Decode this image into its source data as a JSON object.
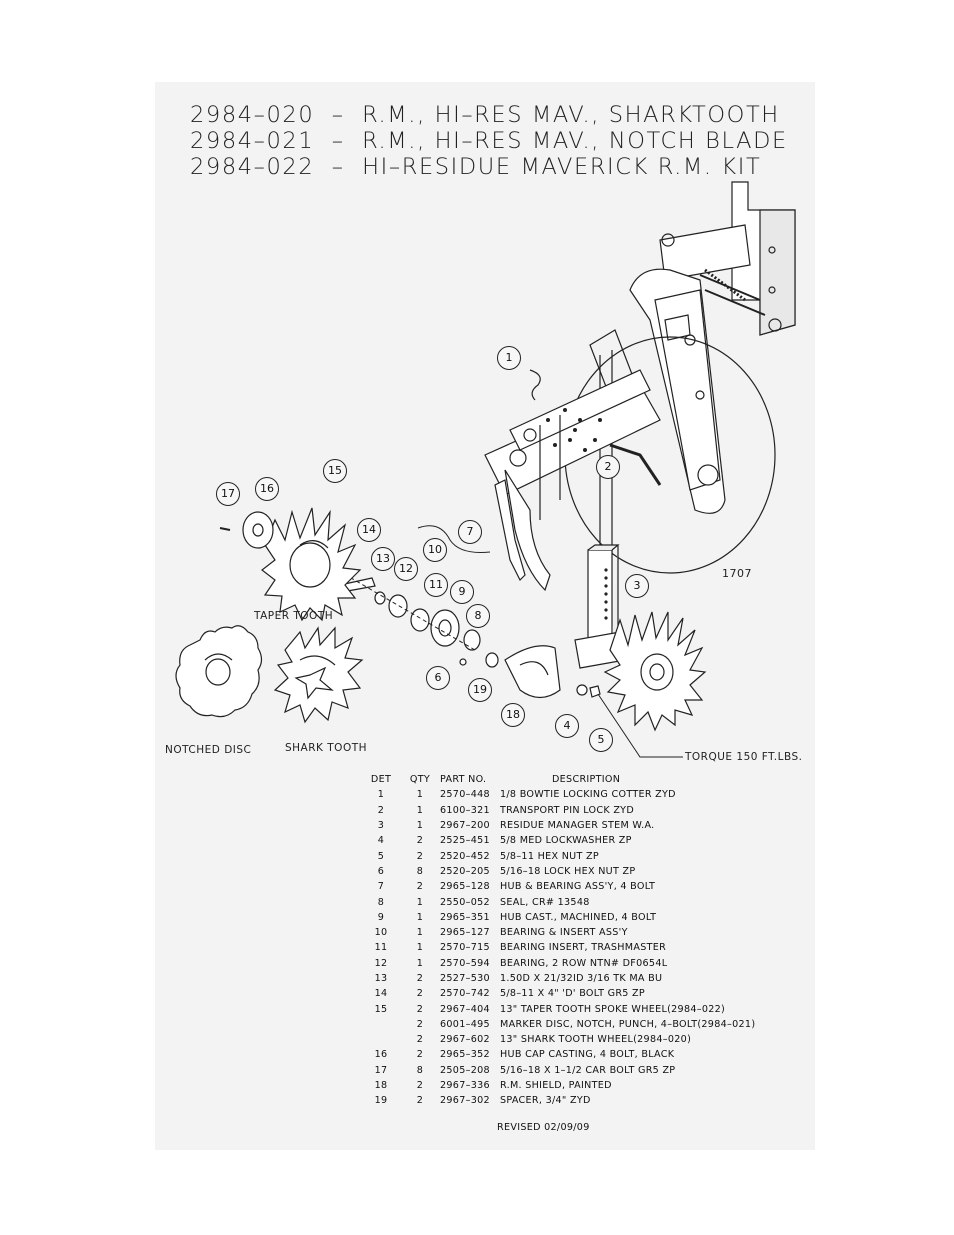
{
  "titles": [
    "2984–020  –  R.M., HI–RES MAV., SHARKTOOTH",
    "2984–021  –  R.M., HI–RES MAV., NOTCH BLADE",
    "2984–022  –  HI–RESIDUE MAVERICK R.M. KIT"
  ],
  "drawing": {
    "drawing_number": "1707",
    "labels": {
      "taper_tooth": "TAPER TOOTH",
      "notched_disc": "NOTCHED DISC",
      "shark_tooth": "SHARK TOOTH",
      "torque": "TORQUE 150 FT.LBS."
    },
    "callouts": [
      "1",
      "2",
      "3",
      "4",
      "5",
      "6",
      "7",
      "8",
      "9",
      "10",
      "11",
      "12",
      "13",
      "14",
      "15",
      "16",
      "17",
      "18",
      "19"
    ]
  },
  "parts_table": {
    "headers": {
      "det": "DET",
      "qty": "QTY",
      "part": "PART NO.",
      "desc": "DESCRIPTION"
    },
    "rows": [
      {
        "det": "1",
        "qty": "1",
        "part": "2570–448",
        "desc": "1/8 BOWTIE LOCKING COTTER ZYD"
      },
      {
        "det": "2",
        "qty": "1",
        "part": "6100–321",
        "desc": "TRANSPORT PIN LOCK ZYD"
      },
      {
        "det": "3",
        "qty": "1",
        "part": "2967–200",
        "desc": "RESIDUE MANAGER STEM W.A."
      },
      {
        "det": "4",
        "qty": "2",
        "part": "2525–451",
        "desc": "5/8 MED LOCKWASHER ZP"
      },
      {
        "det": "5",
        "qty": "2",
        "part": "2520–452",
        "desc": "5/8–11 HEX NUT ZP"
      },
      {
        "det": "6",
        "qty": "8",
        "part": "2520–205",
        "desc": "5/16–18 LOCK HEX NUT ZP"
      },
      {
        "det": "7",
        "qty": "2",
        "part": "2965–128",
        "desc": "HUB & BEARING ASS'Y, 4 BOLT"
      },
      {
        "det": "8",
        "qty": "1",
        "part": "2550–052",
        "desc": "SEAL, CR# 13548"
      },
      {
        "det": "9",
        "qty": "1",
        "part": "2965–351",
        "desc": "HUB CAST., MACHINED, 4 BOLT"
      },
      {
        "det": "10",
        "qty": "1",
        "part": "2965–127",
        "desc": "BEARING & INSERT ASS'Y"
      },
      {
        "det": "11",
        "qty": "1",
        "part": "2570–715",
        "desc": "BEARING INSERT, TRASHMASTER"
      },
      {
        "det": "12",
        "qty": "1",
        "part": "2570–594",
        "desc": "BEARING, 2 ROW NTN# DF0654L"
      },
      {
        "det": "13",
        "qty": "2",
        "part": "2527–530",
        "desc": "1.50D X 21/32ID 3/16 TK MA BU"
      },
      {
        "det": "14",
        "qty": "2",
        "part": "2570–742",
        "desc": "5/8–11 X 4\" 'D' BOLT GR5 ZP"
      },
      {
        "det": "15",
        "qty": "2",
        "part": "2967–404",
        "desc": "13\" TAPER TOOTH SPOKE WHEEL(2984–022)"
      },
      {
        "det": "",
        "qty": "2",
        "part": "6001–495",
        "desc": "MARKER DISC, NOTCH, PUNCH, 4–BOLT(2984–021)"
      },
      {
        "det": "",
        "qty": "2",
        "part": "2967–602",
        "desc": "13\" SHARK TOOTH WHEEL(2984–020)"
      },
      {
        "det": "16",
        "qty": "2",
        "part": "2965–352",
        "desc": "HUB CAP CASTING, 4 BOLT, BLACK"
      },
      {
        "det": "17",
        "qty": "8",
        "part": "2505–208",
        "desc": "5/16–18 X 1–1/2 CAR BOLT GR5 ZP"
      },
      {
        "det": "18",
        "qty": "2",
        "part": "2967–336",
        "desc": "R.M. SHIELD, PAINTED"
      },
      {
        "det": "19",
        "qty": "2",
        "part": "2967–302",
        "desc": "SPACER, 3/4\" ZYD"
      }
    ]
  },
  "revised": "REVISED 02/09/09"
}
